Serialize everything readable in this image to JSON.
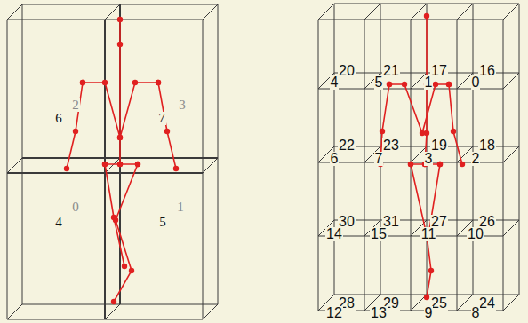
{
  "diagram": {
    "labels": [
      "2",
      "3",
      "6",
      "7",
      "0",
      "1",
      "4",
      "5",
      "20",
      "21",
      "17",
      "16",
      "4",
      "5",
      "1",
      "0",
      "22",
      "23",
      "19",
      "18",
      "6",
      "7",
      "3",
      "2",
      "30",
      "31",
      "27",
      "26",
      "14",
      "15",
      "11",
      "10",
      "28",
      "29",
      "25",
      "24",
      "12",
      "13",
      "9",
      "8"
    ]
  }
}
